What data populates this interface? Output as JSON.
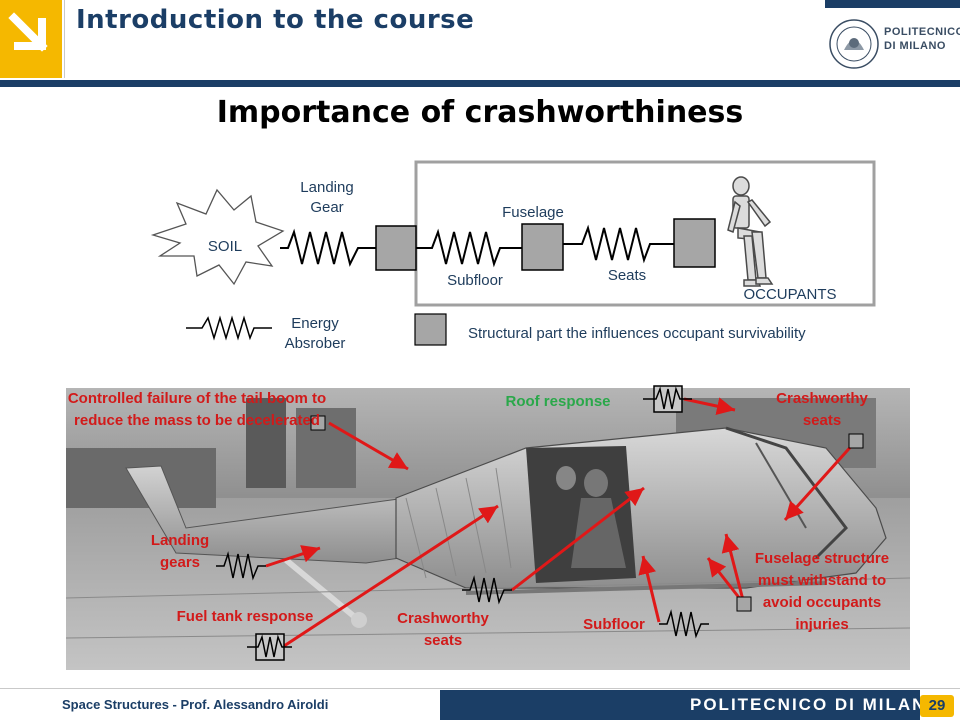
{
  "header": {
    "title": "Introduction to the course",
    "logo_text_line1": "POLITECNICO",
    "logo_text_line2": "DI MILANO",
    "seal_text": "POLITECNICO DI MILANO"
  },
  "heading": "Importance of crashworthiness",
  "diagram": {
    "soil": "SOIL",
    "landing_gear": "Landing\nGear",
    "fuselage": "Fuselage",
    "subfloor": "Subfloor",
    "seats": "Seats",
    "occupants": "OCCUPANTS",
    "legend_absorber": "Energy\nAbsrober",
    "legend_structural": "Structural part the influences occupant survivability"
  },
  "photo_labels": {
    "tail_boom": "Controlled failure of the tail boom to reduce the mass to be decelerated",
    "roof": "Roof response",
    "crash_seats_top": "Crashworthy seats",
    "landing_gears": "Landing gears",
    "fuselage_structure": "Fuselage structure must withstand to avoid occupants injuries",
    "fuel_tank": "Fuel tank response",
    "crash_seats_bottom": "Crashworthy seats",
    "subfloor": "Subfloor"
  },
  "footer": {
    "text": "Space Structures - Prof. Alessandro Airoldi",
    "brand": "POLITECNICO DI MILANO",
    "page_number": "29"
  },
  "colors": {
    "navy": "#1b3e66",
    "accent_orange": "#f5b800",
    "label_red": "#d21a1a",
    "label_green": "#2aa84a",
    "block_gray": "#a6a6a6"
  },
  "icons": {
    "corner_logo": "arrow-down-right-icon"
  }
}
